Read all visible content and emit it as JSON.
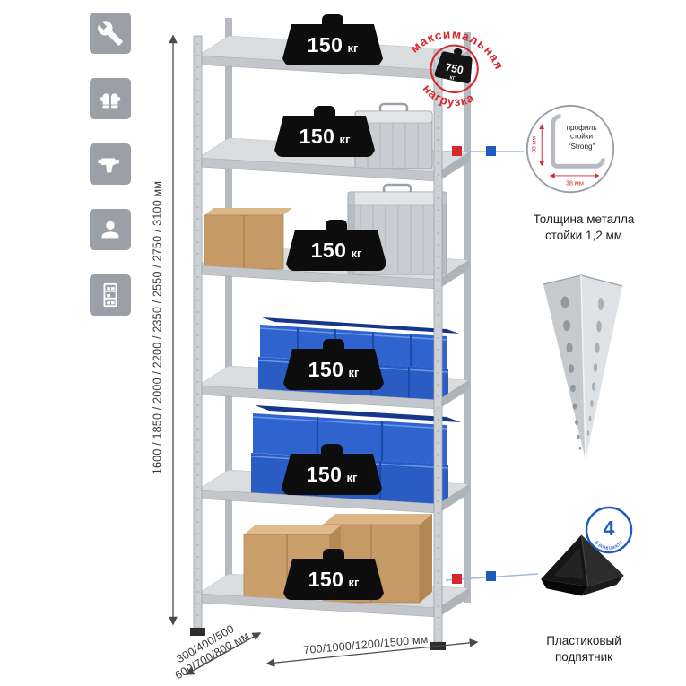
{
  "stamp": {
    "arc_top": "максимальная",
    "arc_bottom": "нагрузка",
    "value": "750",
    "unit": "кг"
  },
  "shelf_badges": [
    {
      "value": "150",
      "unit": "кг"
    },
    {
      "value": "150",
      "unit": "кг"
    },
    {
      "value": "150",
      "unit": "кг"
    },
    {
      "value": "150",
      "unit": "кг"
    },
    {
      "value": "150",
      "unit": "кг"
    },
    {
      "value": "150",
      "unit": "кг"
    }
  ],
  "profile_detail": {
    "label_line1": "профиль",
    "label_line2": "стойки",
    "label_line3": "“Strong”",
    "dim_vertical": "38 мм",
    "dim_horizontal": "38 мм",
    "caption_line1": "Толщина металла",
    "caption_line2": "стойки 1,2 мм"
  },
  "foot_detail": {
    "caption_line1": "Пластиковый",
    "caption_line2": "подпятник",
    "count": "4",
    "count_caption": "в комплекте"
  },
  "dimensions": {
    "height": "1600 / 1850 / 2000 / 2200 / 2350 / 2550 / 2750 / 3100 мм",
    "depth_line1": "300/400/500",
    "depth_line2": "600/700/800 мм",
    "width": "700/1000/1200/1500 мм"
  },
  "icons": [
    {
      "name": "wrench-icon"
    },
    {
      "name": "gloves-icon"
    },
    {
      "name": "drill-icon"
    },
    {
      "name": "person-icon"
    },
    {
      "name": "rack-icon"
    }
  ],
  "colors": {
    "accent_red": "#d6292e",
    "accent_blue": "#1f5bbf",
    "metal_gray": "#c9cdd1",
    "bin_blue": "#2f63cd"
  }
}
